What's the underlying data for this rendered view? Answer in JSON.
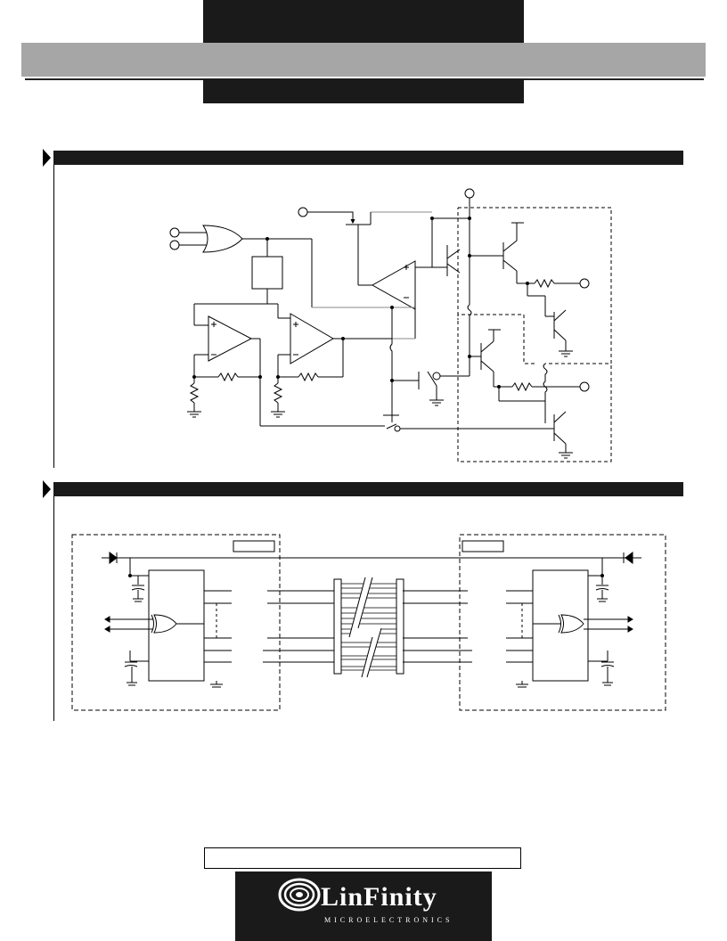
{
  "brand": {
    "name": "LinFinity",
    "tagline": "MICROELECTRONICS",
    "logo_icon": "linfinity-swirl-logo"
  },
  "header": {
    "band_color": "#a6a6a6",
    "block_color": "#1a1a1a"
  },
  "sections": [
    {
      "id": "circuit-block-diagram",
      "title": ""
    },
    {
      "id": "connection-diagram",
      "title": ""
    }
  ],
  "footer": {
    "text": ""
  }
}
